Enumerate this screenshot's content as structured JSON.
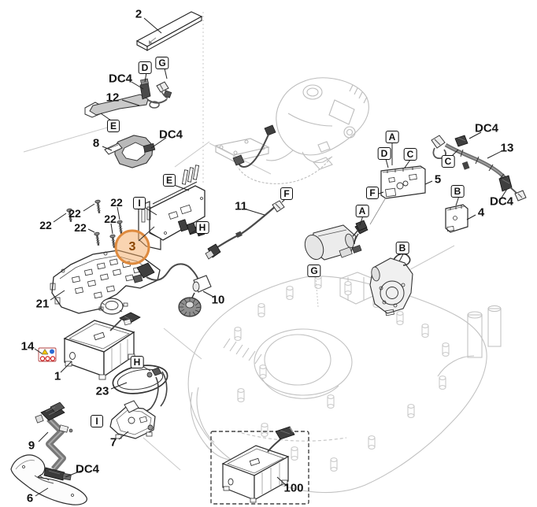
{
  "figure": {
    "kind": "exploded-parts-diagram",
    "colors": {
      "background": "#ffffff",
      "line": "#1c1c1c",
      "reference_line": "#c2c2c2",
      "highlight_fill": "#f4a963",
      "highlight_stroke": "#de8a3e",
      "highlight_text": "#8a4500"
    }
  },
  "callouts": {
    "items": [
      "2",
      "DC4",
      "12",
      "8",
      "DC4",
      "22",
      "22",
      "22",
      "22",
      "22",
      "11",
      "21",
      "14",
      "1",
      "10",
      "23",
      "7",
      "9",
      "DC4",
      "6",
      "100",
      "5",
      "13",
      "DC4",
      "DC4",
      "4"
    ]
  },
  "connector_refs": {
    "items": [
      "D",
      "G",
      "E",
      "E",
      "I",
      "H",
      "F",
      "A",
      "D",
      "C",
      "F",
      "A",
      "C",
      "B",
      "B",
      "G",
      "H",
      "I"
    ]
  },
  "highlight": {
    "label": "3"
  }
}
